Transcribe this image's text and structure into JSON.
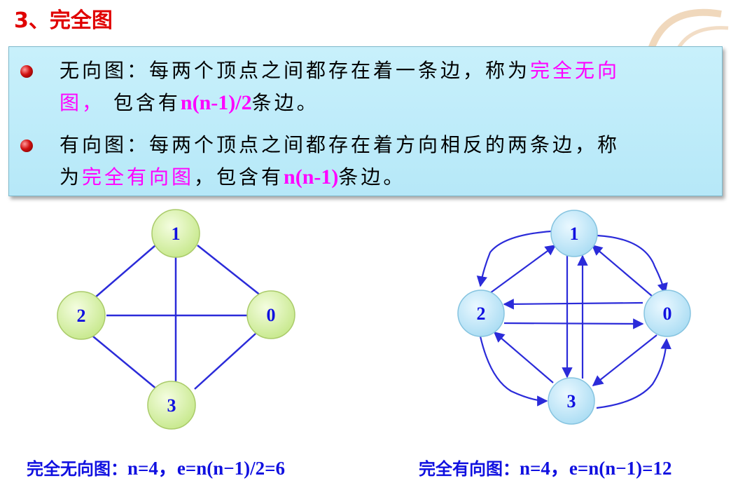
{
  "title": "3、完全图",
  "bullets": [
    {
      "line1_text": "无向图：每两个顶点之间都存在着一条边，称为",
      "line1_highlight": "完全无向",
      "line2_highlight": "图，",
      "line2_text": " 包含有",
      "formula": "n(n-1)/2",
      "line2_tail": "条边。"
    },
    {
      "line1_text": "有向图：每两个顶点之间都存在着方向相反的两条边，称",
      "line2_text": "为",
      "line2_highlight": "完全有向图",
      "line2_mid": "，包含有",
      "formula": "n(n-1)",
      "line2_tail": "条边。"
    }
  ],
  "undirected_graph": {
    "nodes": [
      "1",
      "2",
      "0",
      "3"
    ],
    "edges": [
      [
        "1",
        "2"
      ],
      [
        "1",
        "0"
      ],
      [
        "1",
        "3"
      ],
      [
        "2",
        "0"
      ],
      [
        "2",
        "3"
      ],
      [
        "0",
        "3"
      ]
    ],
    "caption_label": "完全无向图：",
    "caption_formula": "n=4，e=n(n−1)/2=6"
  },
  "directed_graph": {
    "nodes": [
      "1",
      "2",
      "0",
      "3"
    ],
    "arcs": [
      [
        "1",
        "2"
      ],
      [
        "2",
        "1"
      ],
      [
        "1",
        "0"
      ],
      [
        "0",
        "1"
      ],
      [
        "1",
        "3"
      ],
      [
        "3",
        "1"
      ],
      [
        "2",
        "0"
      ],
      [
        "0",
        "2"
      ],
      [
        "2",
        "3"
      ],
      [
        "3",
        "2"
      ],
      [
        "0",
        "3"
      ],
      [
        "3",
        "0"
      ]
    ],
    "caption_label": "完全有向图：",
    "caption_formula": "n=4，e=n(n−1)=12"
  },
  "colors": {
    "title": "#e00000",
    "highlight": "#ff00ff",
    "edge": "#2b2bd9",
    "undirected_node": "#d8f2a6",
    "directed_node": "#c0e6f8",
    "caption": "#1010e0"
  }
}
